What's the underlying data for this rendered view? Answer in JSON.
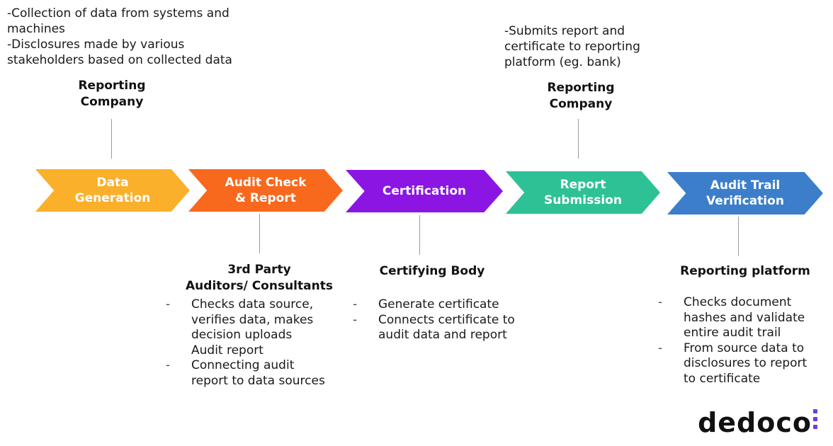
{
  "top_notes": {
    "left": [
      "-Collection of data from systems and",
      "machines",
      "-Disclosures made by various",
      "stakeholders based on collected data"
    ],
    "right": [
      "-Submits report and",
      "certificate to reporting",
      "platform (eg. bank)"
    ]
  },
  "top_actors": [
    {
      "lines": [
        "Reporting",
        "Company"
      ]
    },
    {
      "lines": [
        "Reporting",
        "Company"
      ]
    }
  ],
  "steps": [
    {
      "lines": [
        "Data",
        "Generation"
      ],
      "color": "#fbb02b"
    },
    {
      "lines": [
        "Audit Check",
        "& Report"
      ],
      "color": "#f8691d"
    },
    {
      "lines": [
        "Certification"
      ],
      "color": "#8b16e4"
    },
    {
      "lines": [
        "Report",
        "Submission"
      ],
      "color": "#2ec196"
    },
    {
      "lines": [
        "Audit Trail",
        "Verification"
      ],
      "color": "#3c7ec9"
    }
  ],
  "bottom_actors": [
    {
      "title": [
        "3rd Party",
        "Auditors/ Consultants"
      ],
      "bullets": [
        [
          "Checks data source,",
          "verifies data, makes",
          "decision uploads",
          "Audit report"
        ],
        [
          "Connecting audit",
          "report to data sources"
        ]
      ]
    },
    {
      "title": [
        "Certifying Body"
      ],
      "bullets": [
        [
          "Generate certificate"
        ],
        [
          "Connects certificate to",
          "audit data and report"
        ]
      ]
    },
    {
      "title": [
        "Reporting platform"
      ],
      "bullets": [
        [
          "Checks document",
          "hashes and validate",
          "entire audit trail"
        ],
        [
          "From source data to",
          "disclosures to report",
          "to certificate"
        ]
      ]
    }
  ],
  "bullet_marker": "-",
  "logo": {
    "text": "dedoco",
    "accent": "#6b3fe0"
  }
}
